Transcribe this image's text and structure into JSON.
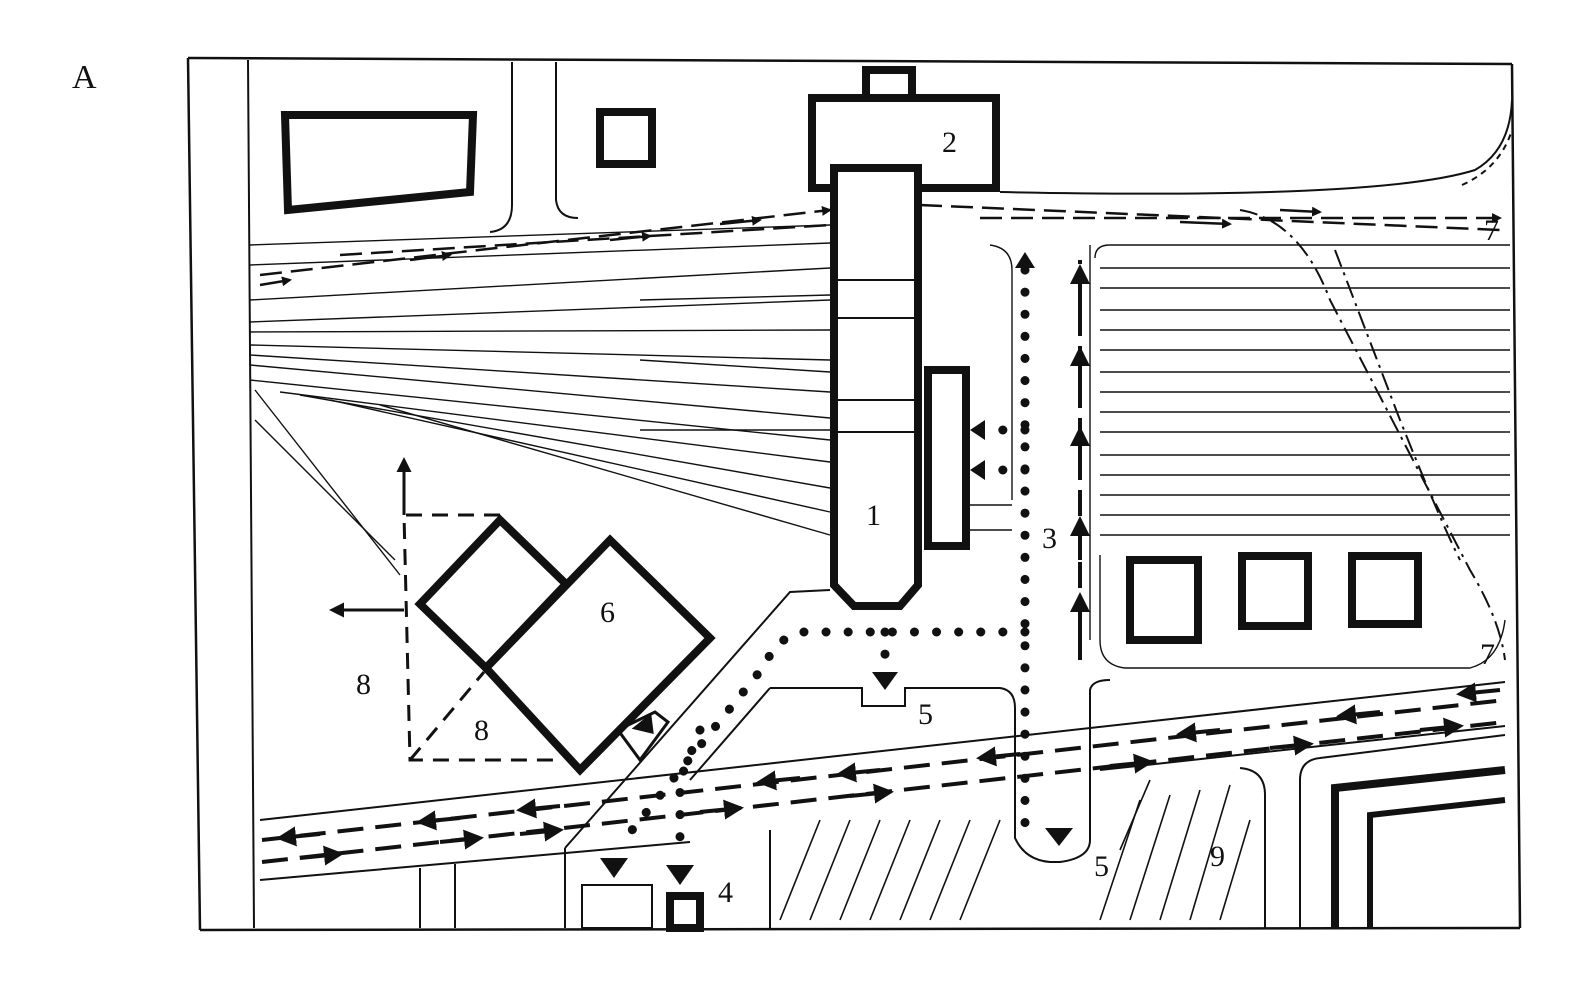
{
  "figure": {
    "panel_label": "A",
    "ink_color": "#111111",
    "paper_color": "#ffffff"
  },
  "labels": {
    "l1": "1",
    "l2": "2",
    "l3": "3",
    "l4": "4",
    "l5a": "5",
    "l5b": "5",
    "l6": "6",
    "l7a": "7",
    "l7b": "7",
    "l8a": "8",
    "l8b": "8",
    "l9": "9"
  }
}
